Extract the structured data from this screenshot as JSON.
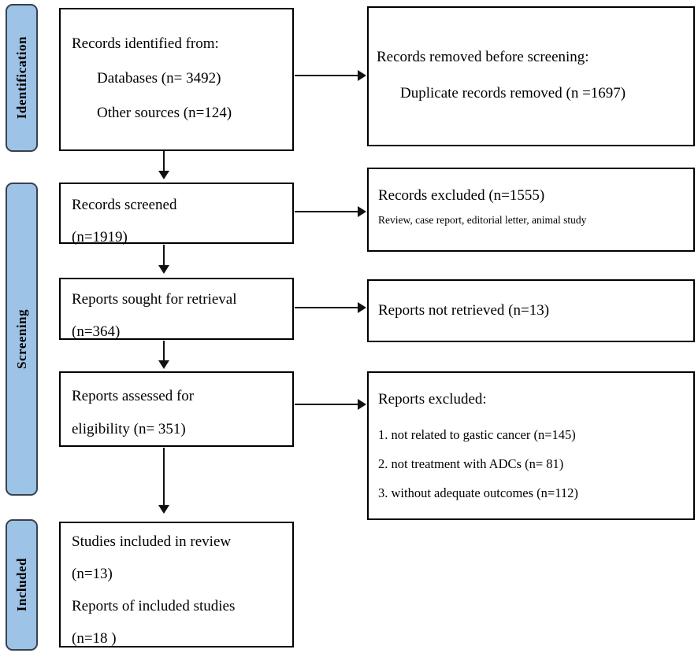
{
  "stages": [
    {
      "label": "Identification"
    },
    {
      "label": "Screening"
    },
    {
      "label": "Included"
    }
  ],
  "boxes": {
    "identified": {
      "title": "Records identified from:",
      "items": [
        "Databases (n= 3492)",
        "Other sources (n=124)"
      ]
    },
    "removed": {
      "title": "Records removed before screening:",
      "items": [
        "Duplicate records removed (n =1697)"
      ]
    },
    "screened": {
      "lines": [
        "Records screened",
        "(n=1919)"
      ]
    },
    "excluded_screening": {
      "title": "Records excluded (n=1555)",
      "note": "Review, case report, editorial letter, animal study"
    },
    "sought": {
      "lines": [
        "Reports sought for retrieval",
        "(n=364)"
      ]
    },
    "not_retrieved": {
      "title": "Reports not retrieved (n=13)"
    },
    "assessed": {
      "lines": [
        "Reports assessed for",
        "eligibility (n= 351)"
      ]
    },
    "excluded_eligibility": {
      "title": "Reports excluded:",
      "items": [
        "1. not related to gastic cancer (n=145)",
        "2. not  treatment with ADCs (n= 81)",
        "3. without adequate outcomes (n=112)"
      ]
    },
    "included": {
      "lines": [
        "Studies included in review",
        "(n=13)",
        "Reports of included studies",
        "(n=18 )"
      ]
    }
  },
  "colors": {
    "stage_fill": "#9DC3E6",
    "stage_border": "#38414E",
    "box_border": "#000000",
    "arrow": "#111111",
    "background": "#FFFFFF"
  }
}
